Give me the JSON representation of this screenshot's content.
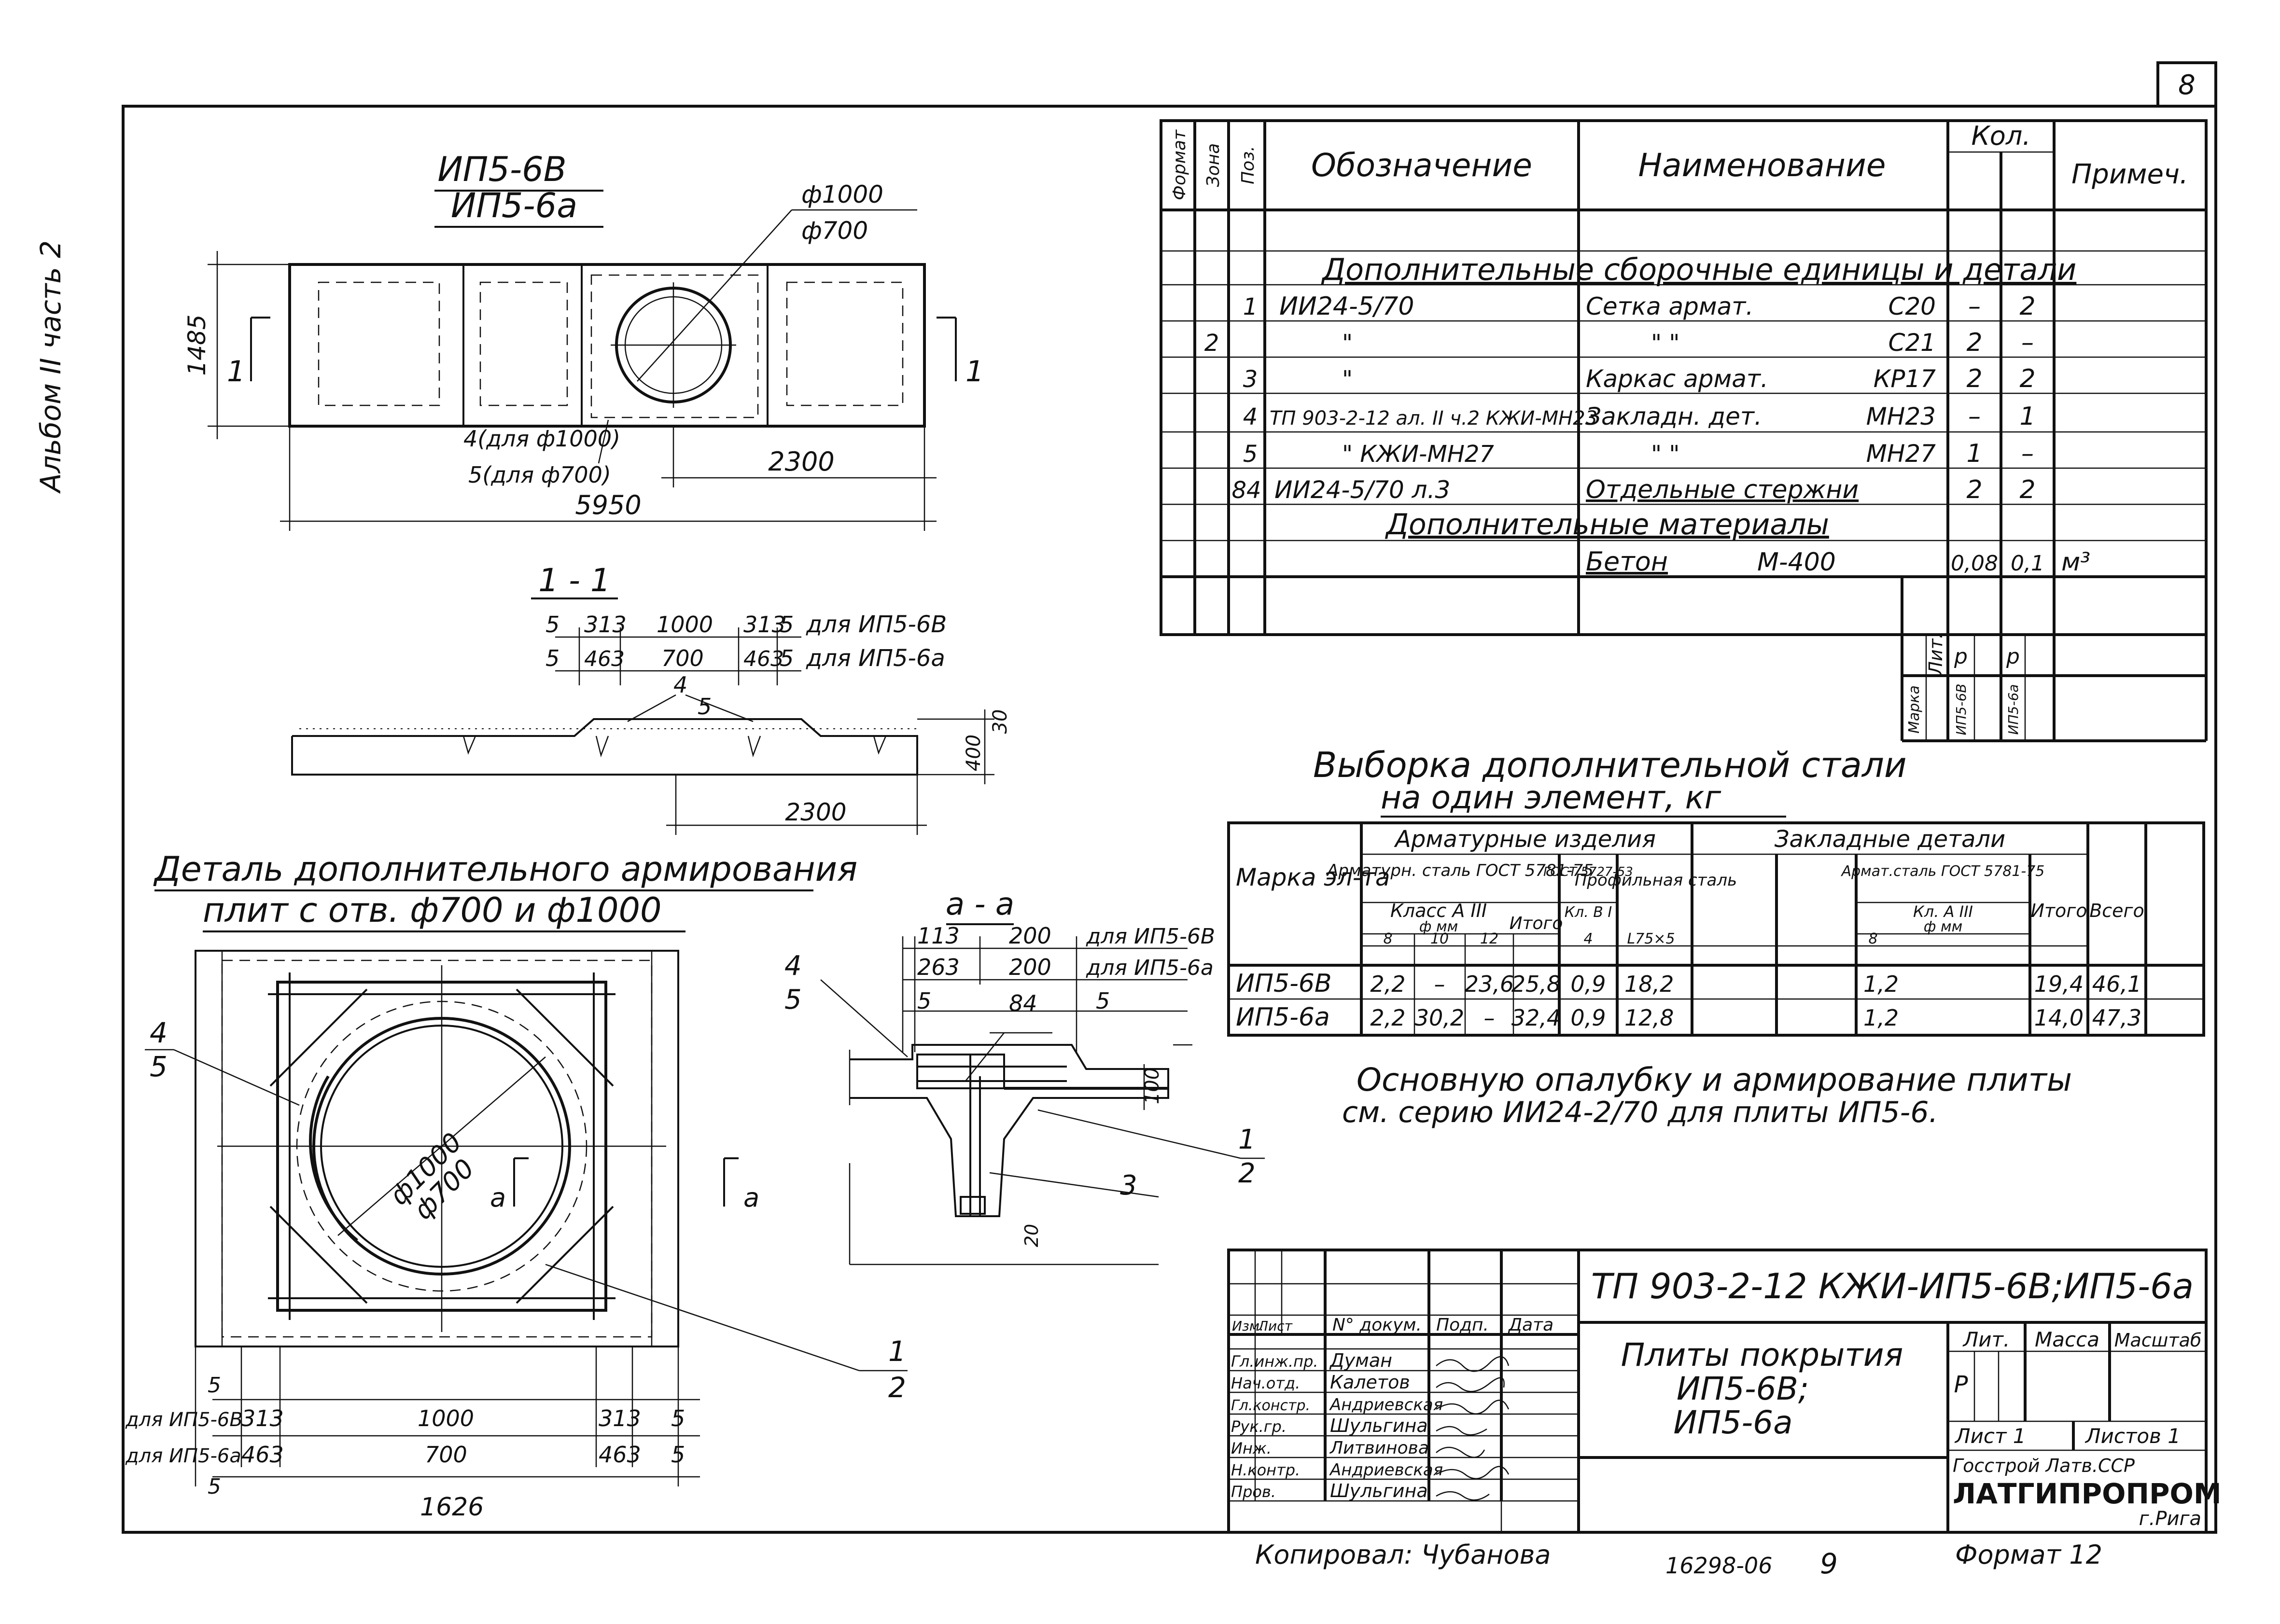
{
  "sheet": {
    "number": "8",
    "album_note": "Альбом II часть 2",
    "copied_by": "Копировал: Чубанова",
    "archive_no": "16298-06",
    "archive_page": "9",
    "format_label": "Формат 12"
  },
  "plan_view": {
    "title_top": "ИП5-6В",
    "title_bottom": "ИП5-6а",
    "diam_1": "ф1000",
    "diam_2": "ф700",
    "dim_height": "1485",
    "dim_offset": "2300",
    "dim_length": "5950",
    "note_1": "4(для ф1000)",
    "note_2": "5(для ф700)",
    "section_mark_left": "1",
    "section_mark_right": "1"
  },
  "section_1_1": {
    "title": "1 - 1",
    "row1": [
      "5",
      "313",
      "1000",
      "313",
      "5",
      "для ИП5-6В"
    ],
    "row2": [
      "5",
      "463",
      "700",
      "463",
      "5",
      "для ИП5-6а"
    ],
    "mark_4": "4",
    "mark_5": "5",
    "dim_30": "30",
    "dim_400": "400",
    "dim_2300": "2300"
  },
  "detail": {
    "title_line1": "Деталь дополнительного армирования",
    "title_line2": "плит с отв. ф700 и ф1000",
    "callout_4": "4",
    "callout_5": "5",
    "diam_1000": "ф1000",
    "diam_700": "ф700",
    "section_a": "а",
    "callout_1": "1",
    "callout_2": "2",
    "dim_row1": [
      "5",
      "для ИП5-6В",
      "313",
      "1000",
      "313",
      "5"
    ],
    "dim_row2": [
      "для ИП5-6а",
      "463",
      "700",
      "463",
      "5"
    ],
    "dim_5": "5",
    "dim_total": "1626"
  },
  "section_a_a": {
    "title": "а - а",
    "row1": [
      "113",
      "200",
      "для ИП5-6В"
    ],
    "row2": [
      "263",
      "200",
      "для ИП5-6а"
    ],
    "dim_5a": "5",
    "dim_84": "84",
    "dim_5b": "5",
    "callout_4": "4",
    "callout_5": "5",
    "dim_100": "100",
    "callout_1": "1",
    "callout_2": "2",
    "callout_3": "3",
    "dim_20": "20"
  },
  "spec_table": {
    "headers": [
      "Формат",
      "Зона",
      "Поз.",
      "Обозначение",
      "Наименование",
      "Кол.",
      "Примеч."
    ],
    "section_title": "Дополнительные сборочные единицы и детали",
    "rows": [
      {
        "pos": "1",
        "designation": "ИИ24-5/70",
        "name": "Сетка армат.",
        "mark": "С20",
        "q1": "–",
        "q2": "2"
      },
      {
        "pos": "2",
        "designation": "\"",
        "name": "\"     \"",
        "mark": "С21",
        "q1": "2",
        "q2": "–"
      },
      {
        "pos": "3",
        "designation": "\"",
        "name": "Каркас армат.",
        "mark": "КР17",
        "q1": "2",
        "q2": "2"
      },
      {
        "pos": "4",
        "designation": "ТП 903-2-12 ал. II ч.2  КЖИ-МН23",
        "name": "Закладн. дет.",
        "mark": "МН23",
        "q1": "–",
        "q2": "1"
      },
      {
        "pos": "5",
        "designation": "\"   КЖИ-МН27",
        "name": "\"     \"",
        "mark": "МН27",
        "q1": "1",
        "q2": "–"
      },
      {
        "pos": "84",
        "designation": "ИИ24-5/70 л.3",
        "name": "Отдельные стержни",
        "mark": "",
        "q1": "2",
        "q2": "2"
      }
    ],
    "materials_title": "Дополнительные материалы",
    "concrete": {
      "name": "Бетон",
      "grade": "М-400",
      "q1": "0,08",
      "q2": "0,1",
      "unit": "м³"
    },
    "footer": {
      "mark_label": "Марка",
      "lit_label": "Лит.",
      "lit_1": "р",
      "lit_2": "р",
      "mark_1": "ИП5-6В",
      "mark_2": "ИП5-6а"
    }
  },
  "steel_table": {
    "title_line1": "Выборка дополнительной стали",
    "title_line2": "на один элемент, кг",
    "h_mark": "Марка эл-та",
    "h_arm": "Арматурные изделия",
    "h_arm_steel": "Арматурн. сталь ГОСТ 5781-75",
    "h_class": "Класс А III",
    "h_diam": "ф мм",
    "h_d8": "8",
    "h_d10": "10",
    "h_d12": "12",
    "h_total_arm": "Итого",
    "h_gost": "ГОСТ 5727-53",
    "h_kl": "Кл. В I",
    "h_d4": "4",
    "h_embed": "Закладные детали",
    "h_profile": "Профильная сталь",
    "h_size": "L75×5",
    "h_embed_steel": "Армат.сталь ГОСТ 5781-75",
    "h_kl_a3": "Кл. А III",
    "h_diam2": "ф мм",
    "h_d8b": "8",
    "h_total_embed": "Итого",
    "h_all": "Всего",
    "rows": [
      {
        "mark": "ИП5-6В",
        "c8": "2,2",
        "c10": "–",
        "c12": "23,6",
        "t1": "25,8",
        "c4": "0,9",
        "prof": "18,2",
        "e8": "1,2",
        "t2": "19,4",
        "all": "46,1"
      },
      {
        "mark": "ИП5-6а",
        "c8": "2,2",
        "c10": "30,2",
        "c12": "–",
        "t1": "32,4",
        "c4": "0,9",
        "prof": "12,8",
        "e8": "1,2",
        "t2": "14,0",
        "all": "47,3"
      }
    ]
  },
  "note": {
    "line1": "Основную опалубку и армирование плиты",
    "line2": "см. серию   ИИ24-2/70 для плиты ИП5-6."
  },
  "title_block": {
    "code": "ТП 903-2-12   КЖИ-ИП5-6В;ИП5-6а",
    "h_izm": "Изм.",
    "h_list": "Лист",
    "h_doc": "N° докум.",
    "h_sign": "Подп.",
    "h_date": "Дата",
    "staff": [
      {
        "role": "Гл.инж.пр.",
        "name": "Думан"
      },
      {
        "role": "Нач.отд.",
        "name": "Калетов"
      },
      {
        "role": "Гл.констр.",
        "name": "Андриевская"
      },
      {
        "role": "Рук.гр.",
        "name": "Шульгина"
      },
      {
        "role": "Инж.",
        "name": "Литвинова"
      },
      {
        "role": "Н.контр.",
        "name": "Андриевская"
      },
      {
        "role": "Пров.",
        "name": "Шульгина"
      }
    ],
    "doc_title_1": "Плиты покрытия",
    "doc_title_2": "ИП5-6В;",
    "doc_title_3": "ИП5-6а",
    "h_lit": "Лит.",
    "h_mass": "Масса",
    "h_scale": "Масштаб",
    "lit": "Р",
    "sheet_label": "Лист 1",
    "sheets_label": "Листов 1",
    "org_1": "Госстрой  Латв.ССР",
    "org_2": "ЛАТГИПРОПРОМ",
    "org_3": "г.Рига"
  }
}
